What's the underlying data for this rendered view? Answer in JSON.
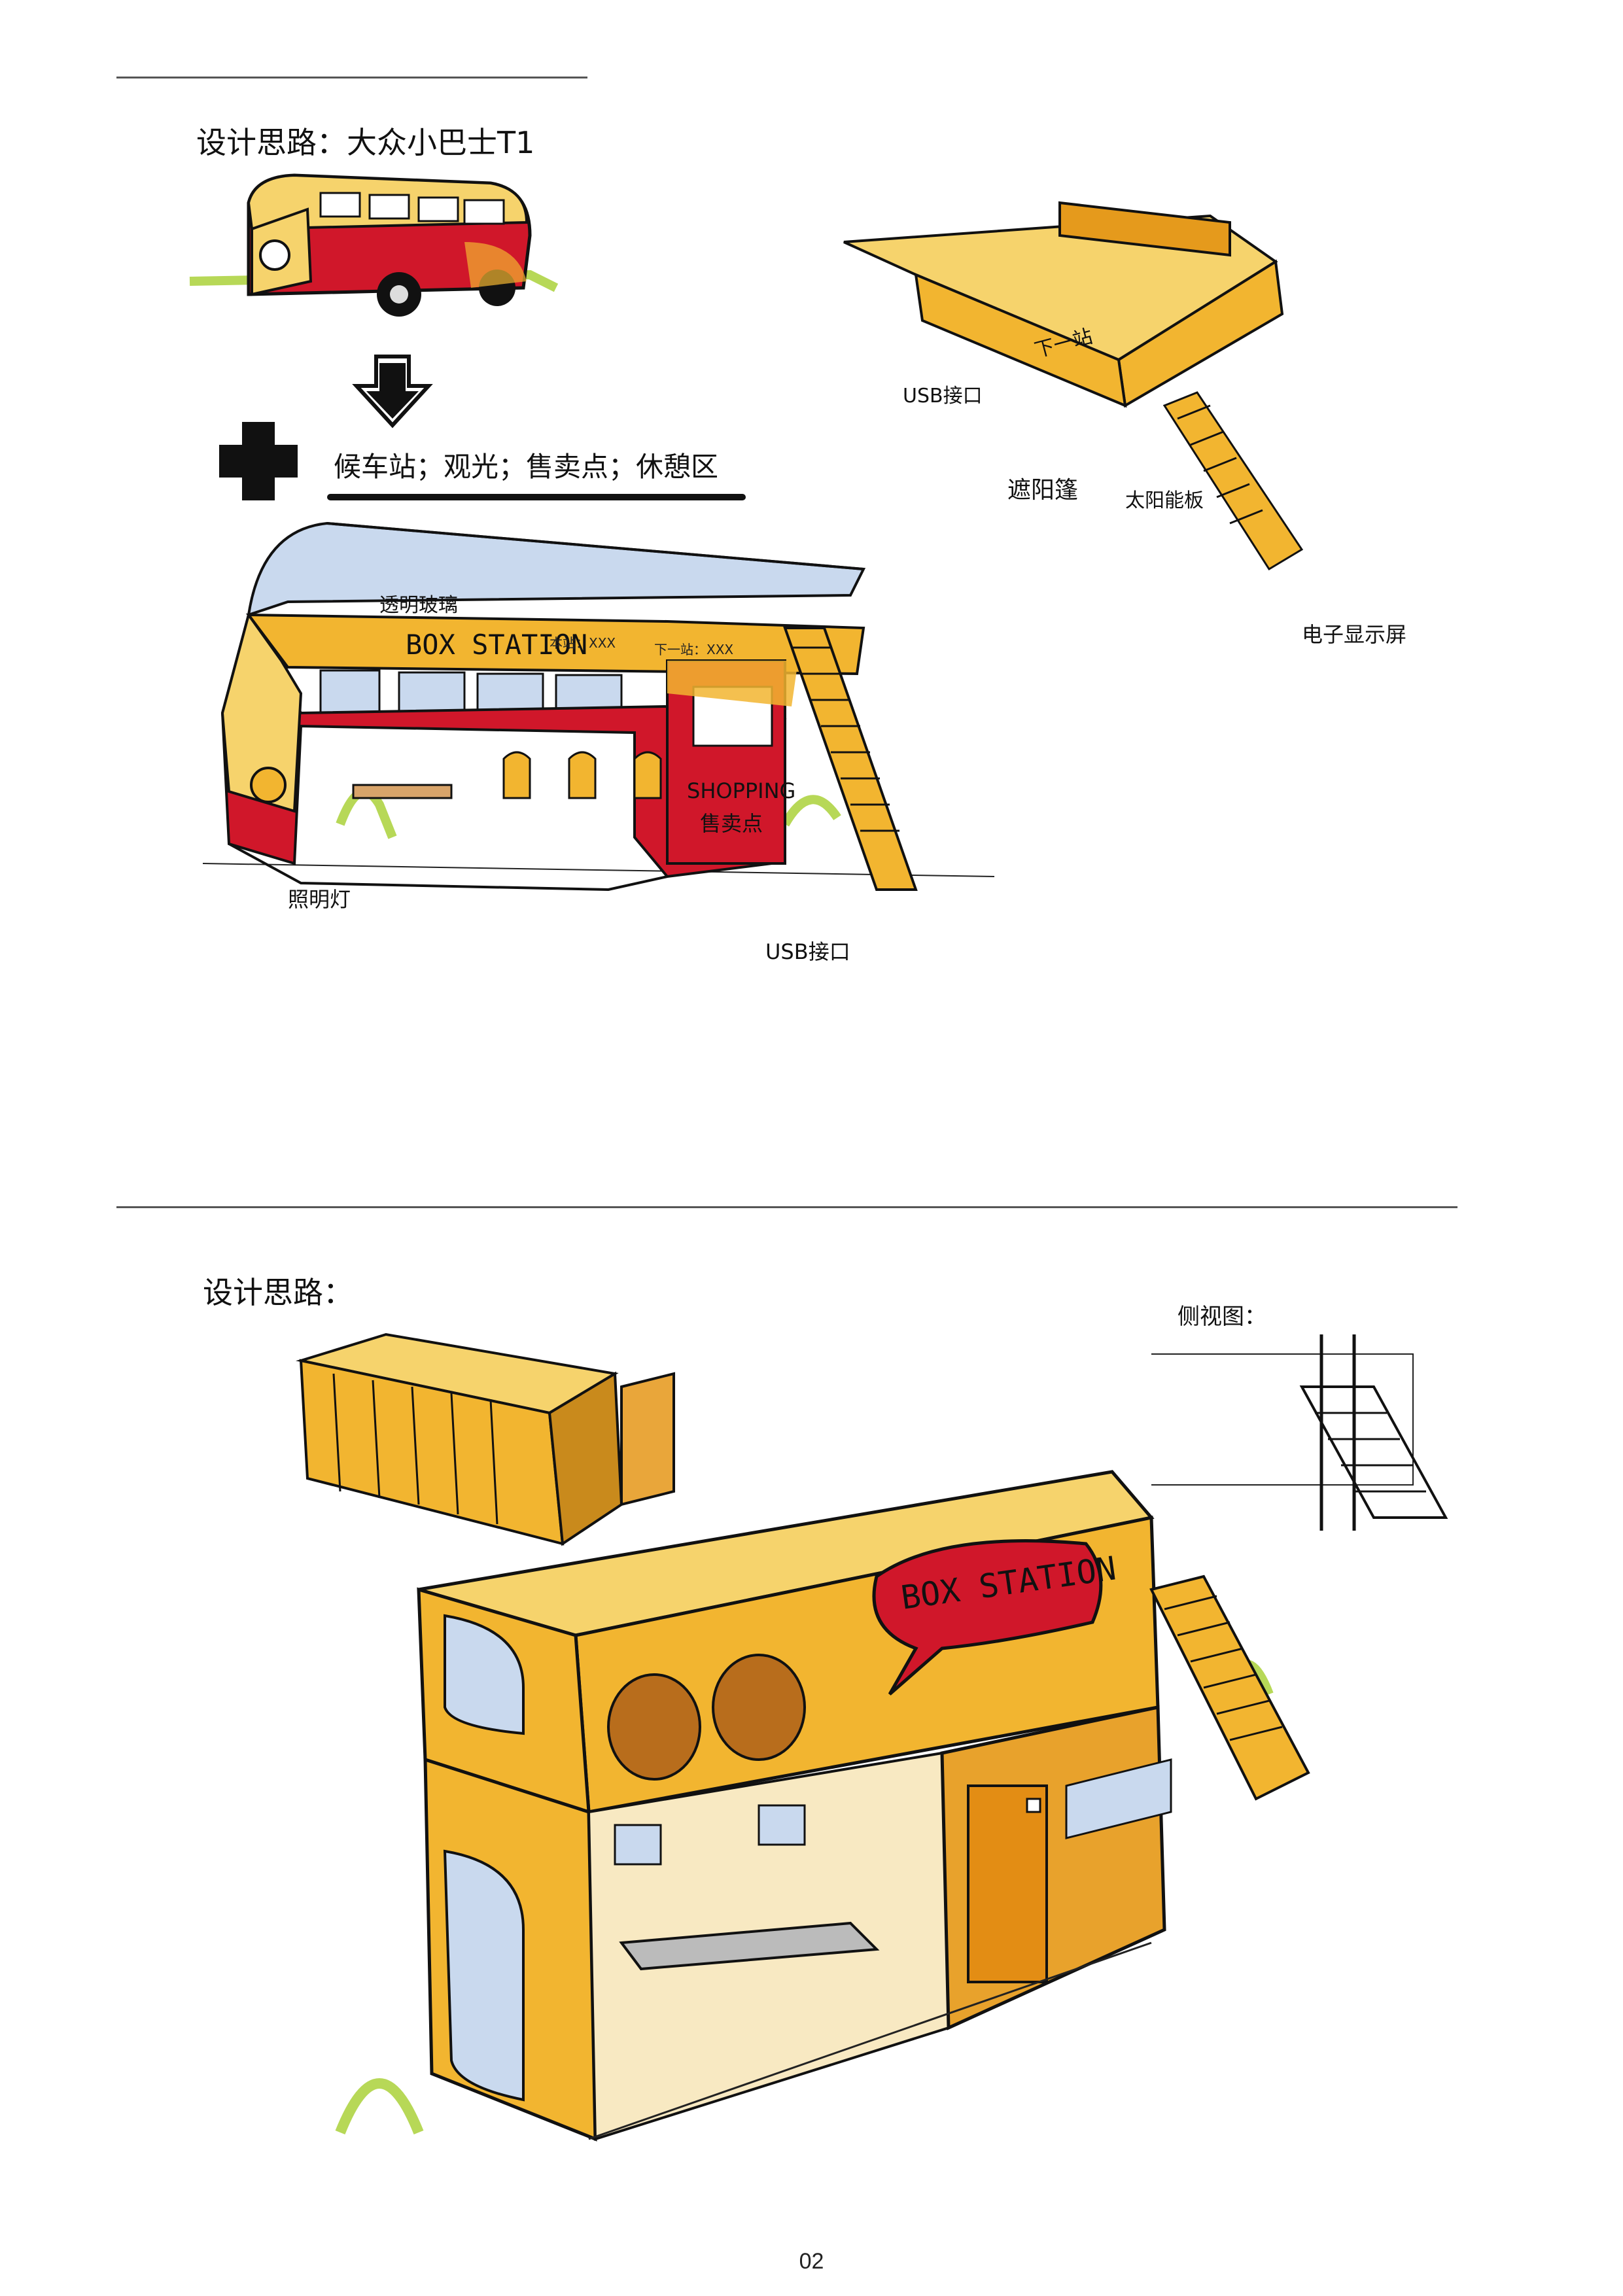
{
  "sheet1": {
    "title": "设计思路：大众小巴士T1",
    "functions": "候车站；观光；售卖点；休憩区",
    "bus_sign": "BOX STATION",
    "route_sign_1": "本站：XXX",
    "route_sign_2": "下一站：XXX",
    "shop_sign": "SHOPPING",
    "shop_sign_cn": "售卖点",
    "labels": {
      "usb_top": "USB接口",
      "usb_bottom": "USB接口",
      "sunshade": "遮阳篷",
      "solar": "太阳能板",
      "glass": "透明玻璃",
      "screen": "电子显示屏",
      "light": "照明灯",
      "next_stop": "下一站"
    }
  },
  "sheet2": {
    "title": "设计思路：",
    "side_view": "侧视图：",
    "container_sign": "BOX STATION"
  },
  "page_number": "02",
  "colors": {
    "red": "#d0172a",
    "yellow": "#f2b530",
    "light_yellow": "#f6d36c",
    "blue_glass": "#c9d9ee",
    "grass": "#b7d857"
  }
}
